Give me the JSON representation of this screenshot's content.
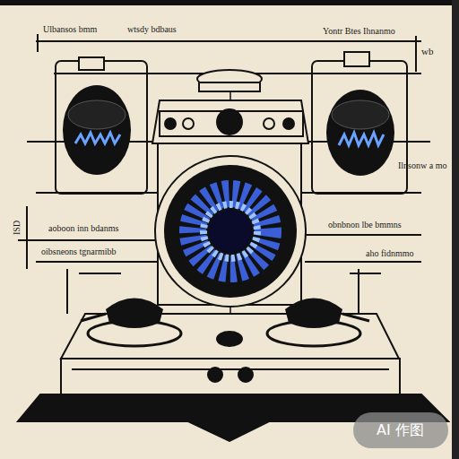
{
  "diagram": {
    "labels": [
      "Ulbansos bmm",
      "wtsdy bdbaus",
      "Yontr Btes Ihnanmo",
      "wb",
      "ISD",
      "aoboon inn bdanms",
      "oibsneons tgnarmibb",
      "Ilnsonw a mo",
      "obnbnon lbe bmmns",
      "aho fidnmmo",
      "AI 作图"
    ]
  }
}
